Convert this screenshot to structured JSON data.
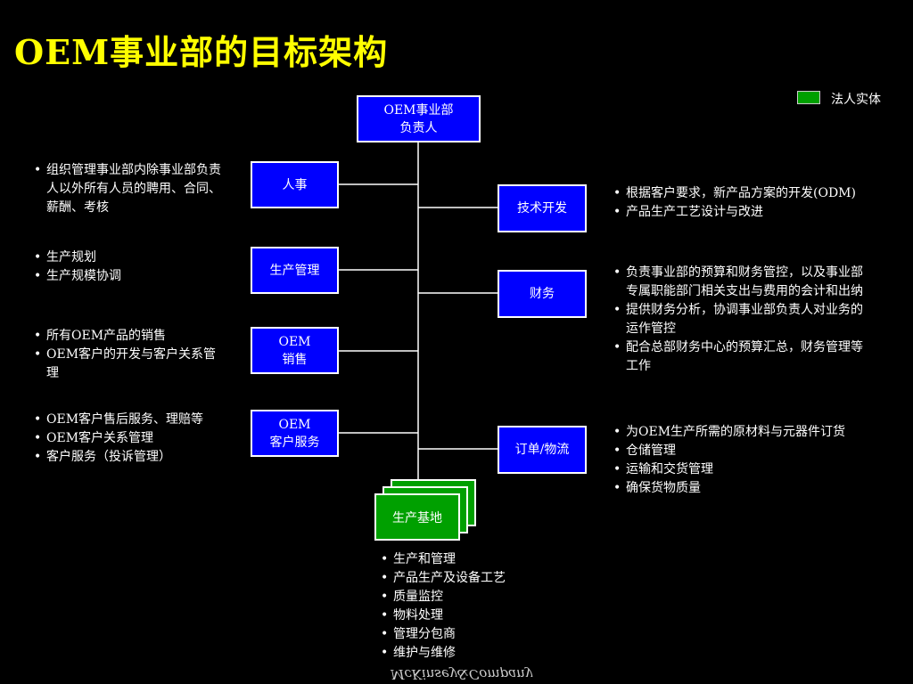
{
  "title": "OEM事业部的目标架构",
  "legend": {
    "label": "法人实体",
    "color": "#00a000"
  },
  "head_box": {
    "line1": "OEM事业部",
    "line2": "负责人"
  },
  "left_units": [
    {
      "lines": [
        "人事"
      ],
      "bullets": [
        "组织管理事业部内除事业部负责人以外所有人员的聘用、合同、薪酬、考核"
      ]
    },
    {
      "lines": [
        "生产管理"
      ],
      "bullets": [
        "生产规划",
        "生产规模协调"
      ]
    },
    {
      "lines": [
        "OEM",
        "销售"
      ],
      "bullets": [
        "所有OEM产品的销售",
        "OEM客户的开发与客户关系管理"
      ]
    },
    {
      "lines": [
        "OEM",
        "客户服务"
      ],
      "bullets": [
        "OEM客户售后服务、理赔等",
        "OEM客户关系管理",
        "客户服务（投诉管理）"
      ]
    }
  ],
  "right_units": [
    {
      "lines": [
        "技术开发"
      ],
      "bullets": [
        "根据客户要求，新产品方案的开发(ODM)",
        "产品生产工艺设计与改进"
      ]
    },
    {
      "lines": [
        "财务"
      ],
      "bullets": [
        "负责事业部的预算和财务管控，以及事业部专属职能部门相关支出与费用的会计和出纳",
        "提供财务分析，协调事业部负责人对业务的运作管控",
        "配合总部财务中心的预算汇总，财务管理等工作"
      ]
    },
    {
      "lines": [
        "订单/物流"
      ],
      "bullets": [
        "为OEM生产所需的原材料与元器件订货",
        "仓储管理",
        "运输和交货管理",
        "确保货物质量"
      ]
    }
  ],
  "base_unit": {
    "label": "生产基地",
    "bullets": [
      "生产和管理",
      "产品生产及设备工艺",
      "质量监控",
      "物料处理",
      "管理分包商",
      "维护与维修"
    ]
  },
  "footer": "McKinsey&Company"
}
